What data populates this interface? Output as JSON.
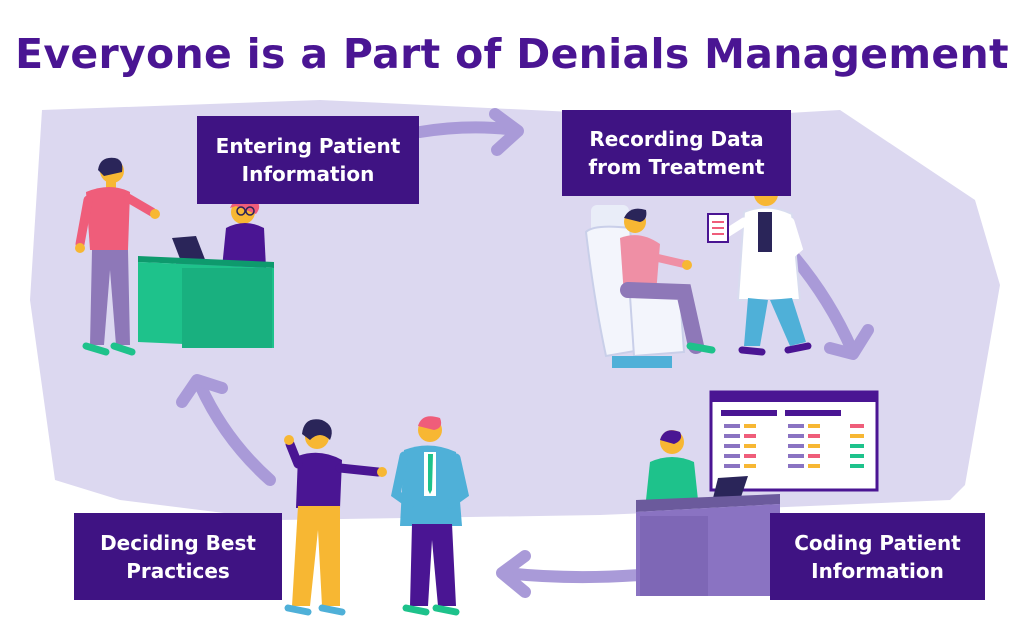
{
  "title": "Everyone is a Part of Denials Management",
  "steps": [
    {
      "line1": "Entering Patient",
      "line2": "Information"
    },
    {
      "line1": "Recording Data",
      "line2": "from Treatment"
    },
    {
      "line1": "Coding Patient",
      "line2": "Information"
    },
    {
      "line1": "Deciding Best",
      "line2": "Practices"
    }
  ],
  "colors": {
    "title": "#4a1593",
    "label_bg": "#3f1383",
    "backdrop": "#dcd8f0",
    "arrow": "#a99ad8",
    "desk_green": "#1ec28b",
    "desk_purple": "#8a73c2"
  }
}
